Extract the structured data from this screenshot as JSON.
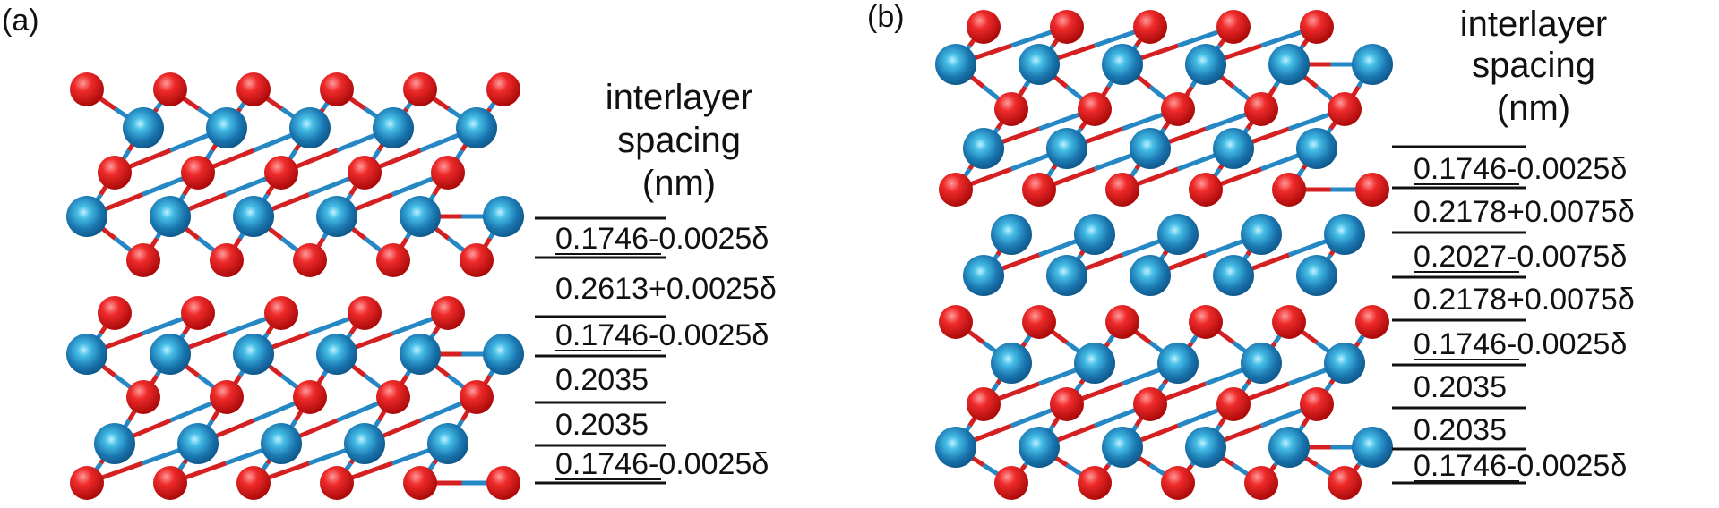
{
  "panels": [
    {
      "label": "(a)",
      "header": [
        "interlayer",
        "spacing",
        "(nm)"
      ],
      "spacings": [
        {
          "num": "0.1746",
          "suffix": "-0.0025",
          "delta": "δ"
        },
        {
          "num": "0.2613+0.0025",
          "suffix": "",
          "delta": "δ"
        },
        {
          "num": "0.1746",
          "suffix": "-0.0025",
          "delta": "δ"
        },
        {
          "num": "0.2035",
          "suffix": "",
          "delta": ""
        },
        {
          "num": "0.2035",
          "suffix": "",
          "delta": ""
        },
        {
          "num": "0.1746",
          "suffix": "-0.0025",
          "delta": "δ"
        }
      ]
    },
    {
      "label": "(b)",
      "header": [
        "interlayer",
        "spacing",
        "(nm)"
      ],
      "spacings": [
        {
          "num": "0.1746",
          "suffix": "-0.0025",
          "delta": "δ"
        },
        {
          "num": "0.2178+0.0075",
          "suffix": "",
          "delta": "δ"
        },
        {
          "num": "0.2027",
          "suffix": "-0.0075",
          "delta": "δ"
        },
        {
          "num": "0.2178+0.0075",
          "suffix": "",
          "delta": "δ"
        },
        {
          "num": "0.1746",
          "suffix": "-0.0025",
          "delta": "δ"
        },
        {
          "num": "0.2035",
          "suffix": "",
          "delta": ""
        },
        {
          "num": "0.2035",
          "suffix": "",
          "delta": ""
        },
        {
          "num": "0.1746",
          "suffix": "-0.0025",
          "delta": "δ"
        }
      ]
    }
  ],
  "colors": {
    "red_atom": "#e01818",
    "blue_atom": "#1a76b0",
    "text": "#111111"
  }
}
